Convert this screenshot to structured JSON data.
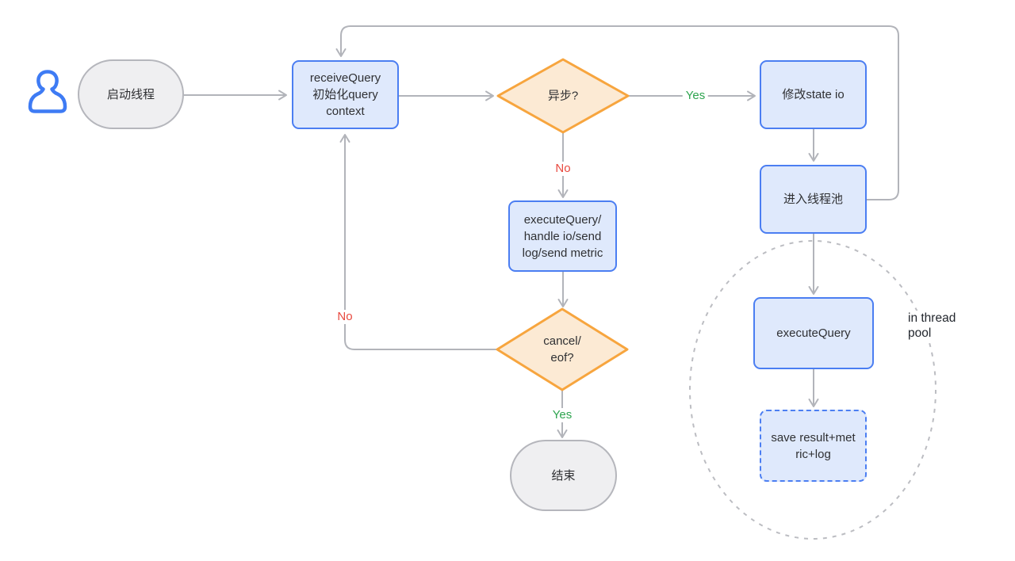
{
  "nodes": {
    "start": {
      "label": "启动线程"
    },
    "receive_query": {
      "label": "receiveQuery\n初始化query\ncontext"
    },
    "async_decision": {
      "label": "异步?"
    },
    "modify_state_io": {
      "label": "修改state io"
    },
    "enter_thread_pool": {
      "label": "进入线程池"
    },
    "execute_query_main": {
      "label": "executeQuery/\nhandle io/send\nlog/send metric"
    },
    "cancel_eof_decision": {
      "label": "cancel/\neof?"
    },
    "end": {
      "label": "结束"
    },
    "execute_query_pool": {
      "label": "executeQuery"
    },
    "save_result": {
      "label": "save result+met\nric+log"
    }
  },
  "edge_labels": {
    "async_yes": "Yes",
    "async_no": "No",
    "cancel_yes": "Yes",
    "cancel_no": "No"
  },
  "annotations": {
    "thread_pool": "in thread pool"
  },
  "icons": {
    "user": "user-icon"
  },
  "colors": {
    "node_blue_border": "#4b7ef2",
    "node_blue_fill": "#dfe9fc",
    "diamond_border": "#f7a53e",
    "diamond_fill": "#fcead4",
    "stadium_fill": "#efeff1",
    "stadium_border": "#b5b6bc",
    "wire_gray": "#b2b4ba",
    "label_yes_green": "#2ea44f",
    "label_no_red": "#e8493f",
    "user_icon_blue": "#3e7bf4"
  }
}
